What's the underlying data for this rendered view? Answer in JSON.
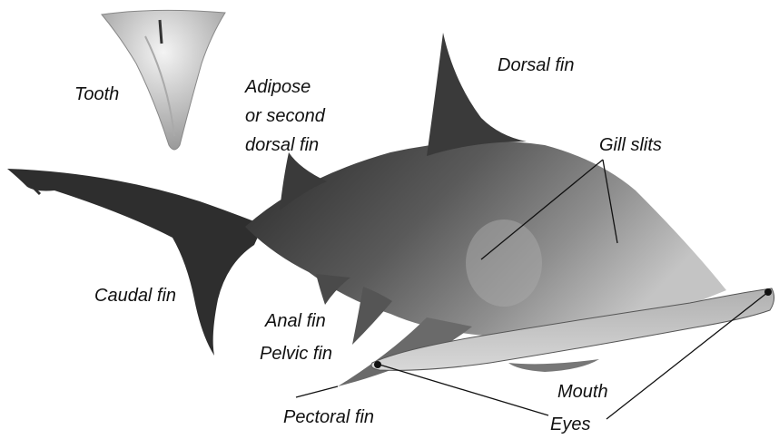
{
  "labels": {
    "tooth": "Tooth",
    "adipose_line1": "Adipose",
    "adipose_line2": "or second",
    "adipose_line3": "dorsal fin",
    "dorsal": "Dorsal fin",
    "gill": "Gill slits",
    "caudal": "Caudal fin",
    "anal": "Anal fin",
    "pelvic": "Pelvic fin",
    "pectoral": "Pectoral fin",
    "mouth": "Mouth",
    "eyes": "Eyes"
  },
  "colors": {
    "background": "#ffffff",
    "label_text": "#111111",
    "leader_lines": "#111111",
    "shark_dark": "#2a2a2a",
    "shark_mid": "#6e6e6e",
    "shark_light": "#b8b8b8",
    "tooth_fill": "#dcdcdc"
  }
}
